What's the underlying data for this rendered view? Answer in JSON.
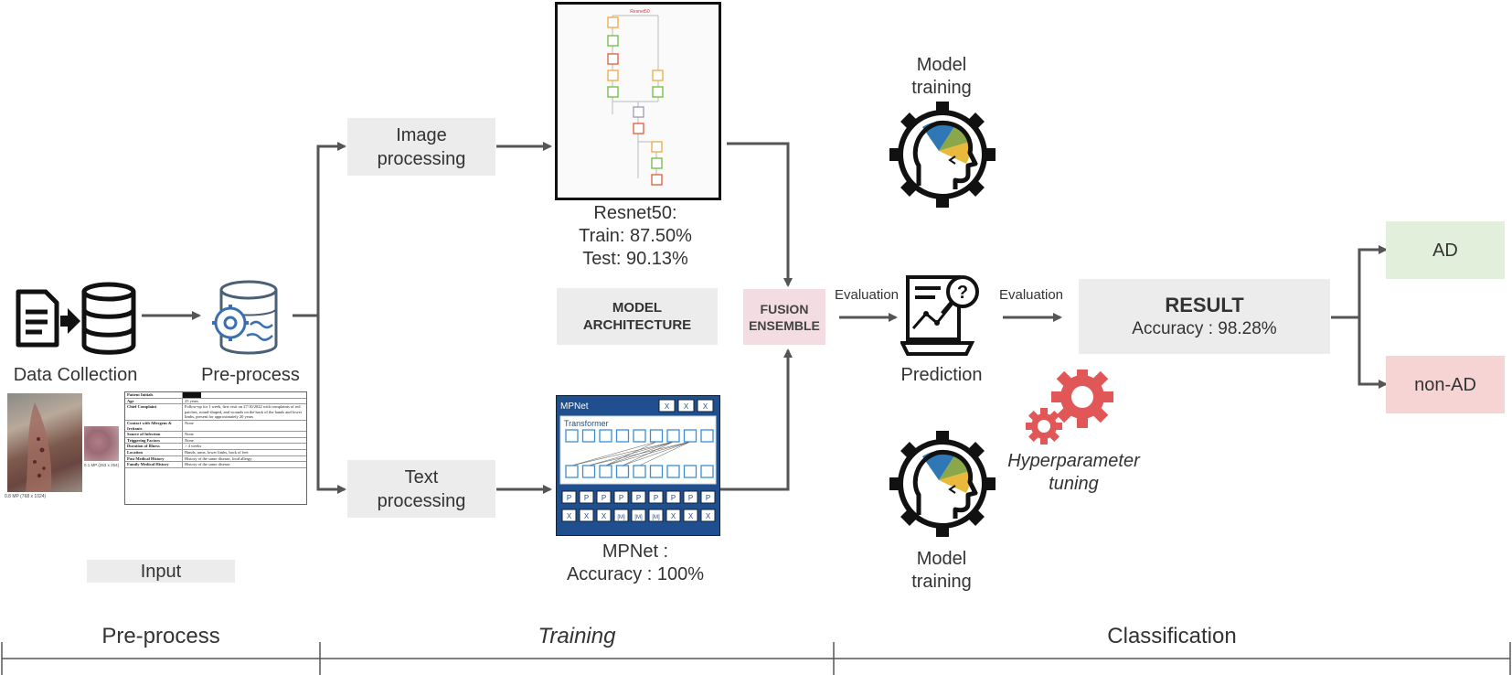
{
  "pipeline": {
    "data_collection_label": "Data Collection",
    "preprocess_label": "Pre-process",
    "input_label": "Input",
    "image_processing_label": "Image\nprocessing",
    "text_processing_label": "Text\nprocessing",
    "resnet_label": "Resnet50:",
    "resnet_train": "Train: 87.50%",
    "resnet_test": "Test: 90.13%",
    "model_architecture_label": "MODEL\nARCHITECTURE",
    "mpnet_label": "MPNet :",
    "mpnet_accuracy": "Accuracy : 100%",
    "fusion_label": "FUSION\nENSEMBLE",
    "evaluation_label_1": "Evaluation",
    "evaluation_label_2": "Evaluation",
    "prediction_label": "Prediction",
    "model_training_top": "Model\ntraining",
    "model_training_bottom": "Model\ntraining",
    "hyperparameter_label": "Hyperparameter\ntuning",
    "result_title": "RESULT",
    "result_accuracy": "Accuracy : 98.28%",
    "class_ad": "AD",
    "class_non_ad": "non-AD"
  },
  "phases": {
    "preprocess": "Pre-process",
    "training": "Training",
    "classification": "Classification"
  },
  "photo_captions": {
    "main": "0.8 MP (768 x 1024)",
    "inset": "0.1 MP (253 x 254)"
  },
  "clinical_table": [
    {
      "field": "Patient Initials",
      "value": ""
    },
    {
      "field": "Age",
      "value": "25 years"
    },
    {
      "field": "Chief Complaint",
      "value": "Follow-up for 1 week, first visit on 27/10/2022 with complaints of red patches, round-shaped, and wounds on the back of the hands and lower limbs, present for approximately 20 years"
    },
    {
      "field": "Contact with Allergens & Irritants",
      "value": "None"
    },
    {
      "field": "Source of Infection",
      "value": "None"
    },
    {
      "field": "Triggering Factors",
      "value": "None"
    },
    {
      "field": "Duration of Illness",
      "value": "> 4 weeks"
    },
    {
      "field": "Location",
      "value": "Hands, arms, lower limbs, back of feet"
    },
    {
      "field": "Past Medical History",
      "value": "History of the same disease, food allergy"
    },
    {
      "field": "Family Medical History",
      "value": "History of the same disease"
    }
  ],
  "resnet_diagram": {
    "title": "Resnet50"
  },
  "mpnet_diagram": {
    "title": "MPNet",
    "header_tokens": [
      "X",
      "X",
      "X"
    ],
    "transformer_label": "Transformer",
    "p_tokens": [
      "P",
      "P",
      "P",
      "P",
      "P",
      "P",
      "P",
      "P",
      "P"
    ],
    "x_tokens": [
      "X",
      "X",
      "X",
      "[M]",
      "[M]",
      "[M]",
      "X",
      "X",
      "X"
    ]
  },
  "colors": {
    "box_gray": "#ececec",
    "fusion_pink": "#f3dde3",
    "ad_green": "#e2efda",
    "non_ad_red": "#f6d4d4",
    "arrow": "#555555",
    "gear_red": "#e15757",
    "mpnet_blue": "#1f4f8f"
  },
  "icons": [
    "document-icon",
    "database-icon",
    "preprocess-database-icon",
    "brain-gear-icon",
    "prediction-report-icon",
    "red-gears-icon"
  ]
}
